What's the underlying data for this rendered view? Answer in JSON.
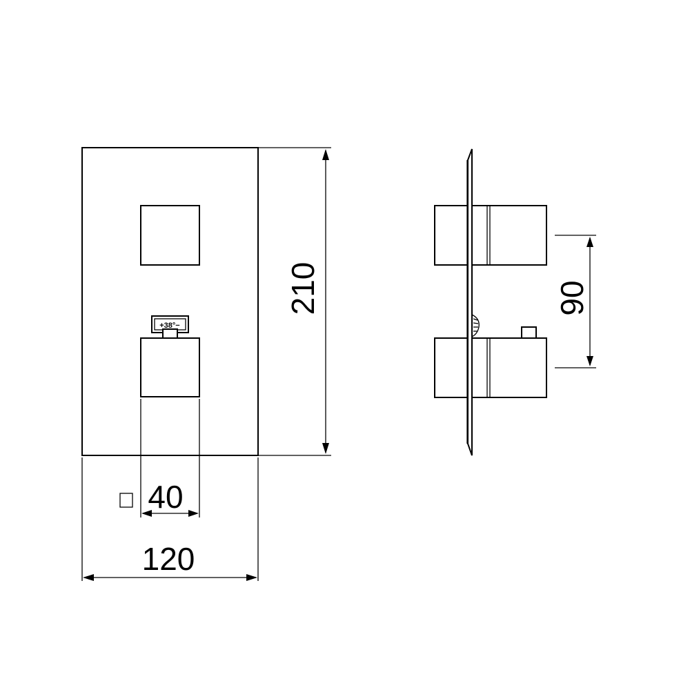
{
  "front_view": {
    "valve_scale_label": "+38°−"
  },
  "dimensions": {
    "height": "210",
    "width": "120",
    "knob_size": "40",
    "knob_spacing": "90",
    "square_symbol": "square-symbol"
  }
}
